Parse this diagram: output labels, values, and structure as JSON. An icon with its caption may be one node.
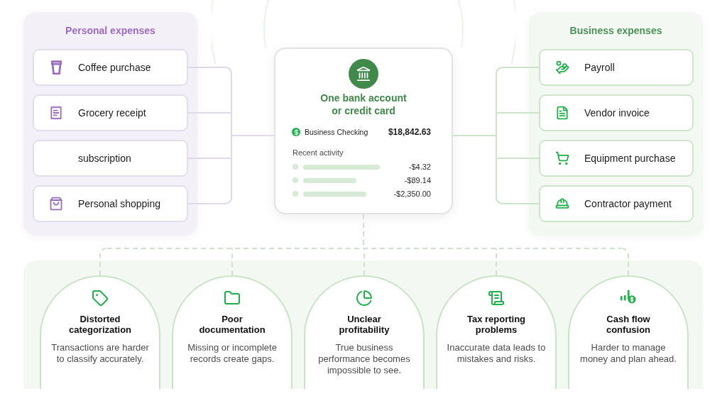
{
  "diagram": {
    "nodes": [
      {
        "text": [
          "Personal expenses"
        ]
      },
      {
        "text": [
          "Coffee purchase"
        ],
        "in": 0
      },
      {
        "text": [
          "Grocery receipt"
        ],
        "in": 0
      },
      {
        "text": [
          "subscription"
        ],
        "in": 0
      },
      {
        "text": [
          "Personal shopping"
        ],
        "in": 0
      },
      {
        "text": [
          "Business expenses"
        ]
      },
      {
        "text": [
          "Payroll"
        ],
        "in": 5
      },
      {
        "text": [
          "Vendor invoice"
        ],
        "in": 5
      },
      {
        "text": [
          "Equipment purchase"
        ],
        "in": 5
      },
      {
        "text": [
          "Contractor payment"
        ],
        "in": 5
      },
      {
        "text": [
          "One bank account or credit card",
          "Business Checking",
          "$18,842.63",
          "Recent activity",
          "-$4.32",
          "-$89.14",
          "-$2,350.00"
        ]
      },
      {
        "text": [
          "Distorted categorization",
          "Transactions are harder to classify accurately."
        ]
      },
      {
        "text": [
          "Poor documentation",
          "Missing or incomplete records create gaps."
        ]
      },
      {
        "text": [
          "Unclear profitability",
          "True business performance becomes impossible to see."
        ]
      },
      {
        "text": [
          "Tax reporting problems",
          "Inaccurate data leads to mistakes and risks."
        ]
      },
      {
        "text": [
          "Cash flow confusion",
          "Harder to manage money and plan ahead."
        ]
      }
    ],
    "edges": [
      {
        "from": 1,
        "to": 10,
        "arrow": "none",
        "color": "#e0d8eb"
      },
      {
        "from": 2,
        "to": 10,
        "arrow": "none",
        "color": "#e0d8eb"
      },
      {
        "from": 3,
        "to": 10,
        "arrow": "none",
        "color": "#e0d8eb"
      },
      {
        "from": 4,
        "to": 10,
        "arrow": "none",
        "color": "#e0d8eb"
      },
      {
        "from": 10,
        "to": 6,
        "arrow": "none"
      },
      {
        "from": 10,
        "to": 7,
        "arrow": "none"
      },
      {
        "from": 10,
        "to": 8,
        "arrow": "none"
      },
      {
        "from": 10,
        "to": 9,
        "arrow": "none"
      },
      {
        "from": 10,
        "to": 11,
        "arrow": "none",
        "style": "dashed"
      },
      {
        "from": 10,
        "to": 12,
        "arrow": "none",
        "style": "dashed"
      },
      {
        "from": 10,
        "to": 13,
        "arrow": "none",
        "style": "dashed"
      },
      {
        "from": 10,
        "to": 14,
        "arrow": "none",
        "style": "dashed"
      },
      {
        "from": 10,
        "to": 15,
        "arrow": "none",
        "style": "dashed"
      }
    ]
  }
}
